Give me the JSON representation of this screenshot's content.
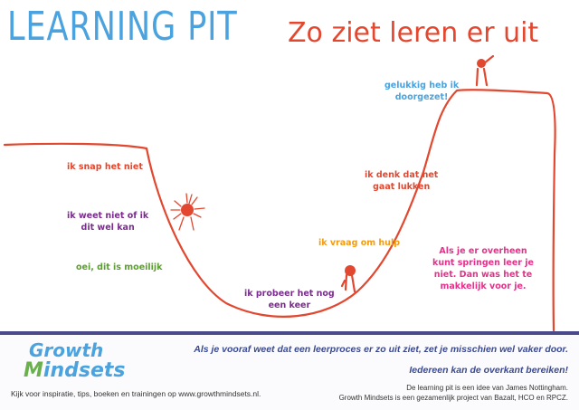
{
  "title": {
    "main": "LEARNING PIT",
    "sub": "Zo ziet leren er uit"
  },
  "colors": {
    "blue": "#4aa3df",
    "red": "#e2472f",
    "orange": "#f39c12",
    "purple": "#7b2d8e",
    "green": "#5aa02c",
    "pink": "#e6318b",
    "navy": "#3b4a8f",
    "curve": "#e2472f"
  },
  "labels": {
    "snap": "ik snap het niet",
    "weet_niet_1": "ik weet niet of ik",
    "weet_niet_2": "dit wel kan",
    "moeilijk": "oei, dit is moeilijk",
    "probeer_1": "ik probeer het nog",
    "probeer_2": "een keer",
    "hulp": "ik vraag om hulp",
    "denk_1": "ik denk dat het",
    "denk_2": "gaat lukken",
    "gelukkig_1": "gelukkig heb ik",
    "gelukkig_2": "doorgezet!",
    "overheen_1": "Als je er overheen",
    "overheen_2": "kunt springen leer je",
    "overheen_3": "niet. Dan was het te",
    "overheen_4": "makkelijk voor je."
  },
  "footer": {
    "logo_top": "Growth",
    "logo_m": "M",
    "logo_rest": "indsets",
    "tagline": "Kijk voor inspiratie, tips, boeken en trainingen op www.growthmindsets.nl.",
    "line1": "Als je vooraf weet dat een leerproces er zo uit ziet, zet je misschien wel vaker door.",
    "line2": "Iedereen kan de overkant bereiken!",
    "line3": "De learning pit is een idee van James Nottingham.",
    "line4": "Growth Mindsets is een gezamenlijk project van Bazalt, HCO en RPCZ."
  }
}
